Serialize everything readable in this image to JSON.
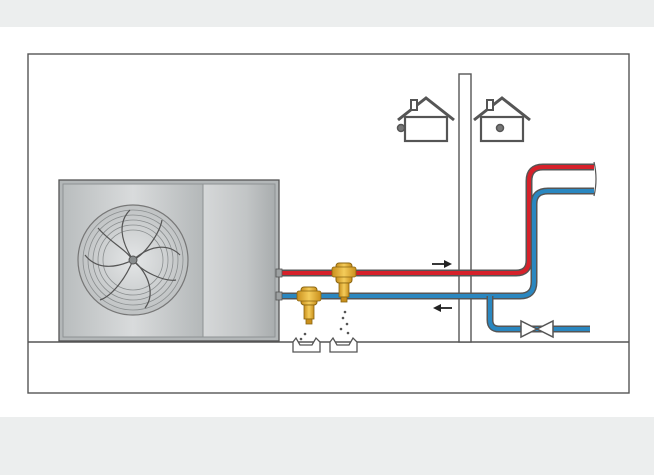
{
  "diagram": {
    "colors": {
      "background": "#eceeee",
      "panel": "#ffffff",
      "outline": "#555555",
      "hot_pipe": "#d6212a",
      "cold_pipe": "#2a87c0",
      "unit_body": "#c9cccd",
      "valve_brass": "#e8b43a"
    },
    "elements": {
      "heat_pump": "outdoor-heat-pump-unit",
      "houses": [
        "house-left-icon",
        "house-right-icon"
      ],
      "flow_arrows": [
        "supply-flow-arrow-right",
        "return-flow-arrow-left"
      ],
      "devices": [
        "dirt-separator-filter-left",
        "dirt-separator-filter-right",
        "shut-off-valve"
      ],
      "drains": [
        "drain-funnel-left",
        "drain-funnel-right"
      ]
    }
  }
}
